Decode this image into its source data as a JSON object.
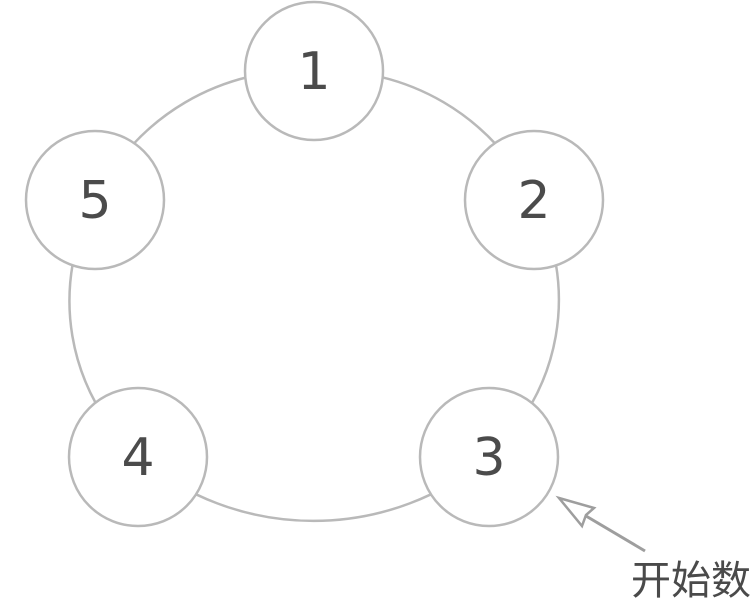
{
  "diagram": {
    "type": "ring-of-nodes",
    "nodes": [
      {
        "label": "1"
      },
      {
        "label": "2"
      },
      {
        "label": "3"
      },
      {
        "label": "4"
      },
      {
        "label": "5"
      }
    ],
    "annotation": {
      "label": "开始数",
      "points_to": "3"
    }
  },
  "colors": {
    "background": "#ffffff",
    "ring_stroke": "#b9b9b9",
    "circle_stroke": "#b9b9b9",
    "circle_fill": "#ffffff",
    "node_label": "#4b4b4b",
    "arrow": "#9e9e9e",
    "annotation_text": "#4a4a4a"
  }
}
